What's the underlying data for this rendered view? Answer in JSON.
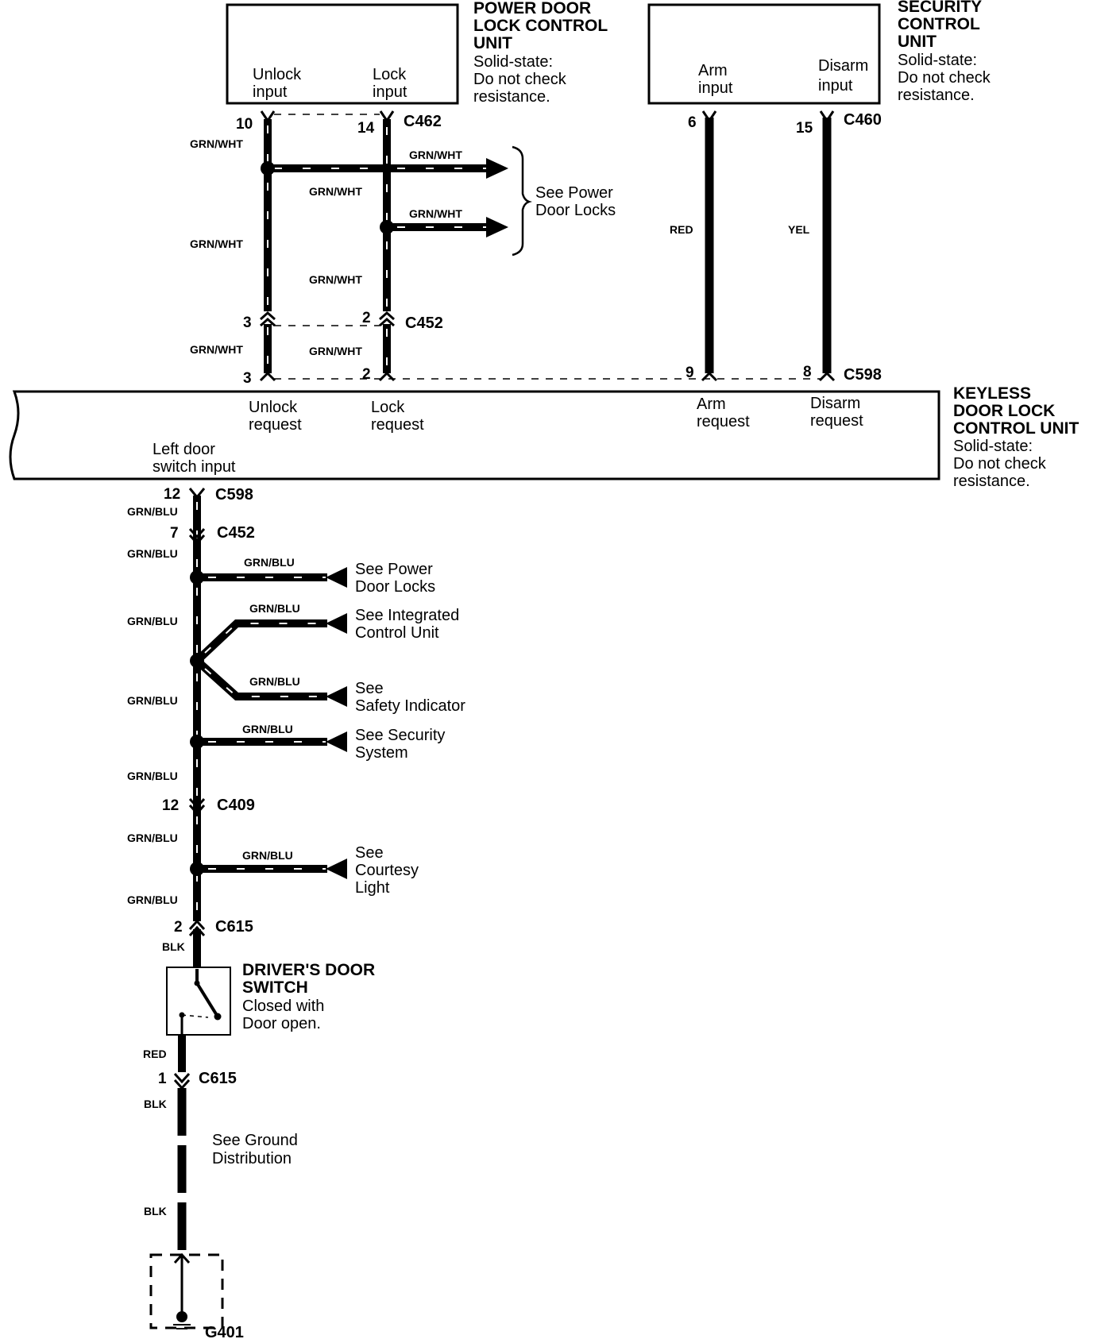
{
  "pdlcu": {
    "title": [
      "POWER DOOR",
      "LOCK CONTROL",
      "UNIT"
    ],
    "note": [
      "Solid-state:",
      "Do not check",
      "resistance."
    ],
    "unlock_input": [
      "Unlock",
      "input"
    ],
    "lock_input": [
      "Lock",
      "input"
    ]
  },
  "scu": {
    "title": [
      "SECURITY",
      "CONTROL",
      "UNIT"
    ],
    "note": [
      "Solid-state:",
      "Do not check",
      "resistance."
    ],
    "arm_input": [
      "Arm",
      "input"
    ],
    "disarm_input": [
      "Disarm",
      "input"
    ]
  },
  "kdlcu": {
    "title": [
      "KEYLESS",
      "DOOR LOCK",
      "CONTROL UNIT"
    ],
    "note": [
      "Solid-state:",
      "Do not check",
      "resistance."
    ],
    "unlock_request": [
      "Unlock",
      "request"
    ],
    "lock_request": [
      "Lock",
      "request"
    ],
    "arm_request": [
      "Arm",
      "request"
    ],
    "disarm_request": [
      "Disarm",
      "request"
    ],
    "left_door_switch": [
      "Left door",
      "switch input"
    ]
  },
  "connectors": {
    "c462": "C462",
    "c460": "C460",
    "c452": "C452",
    "c598": "C598",
    "c409": "C409",
    "c615": "C615",
    "g401": "G401"
  },
  "pins": {
    "p10": "10",
    "p14": "14",
    "p6": "6",
    "p15": "15",
    "p3": "3",
    "p2": "2",
    "p9": "9",
    "p8": "8",
    "p12": "12",
    "p7": "7",
    "p1": "1"
  },
  "wire_colors": {
    "grn_wht": "GRN/WHT",
    "grn_blu": "GRN/BLU",
    "red": "RED",
    "yel": "YEL",
    "blk": "BLK"
  },
  "references": {
    "power_door_locks": [
      "See  Power",
      "Door Locks"
    ],
    "integrated_control": [
      "See  Integrated",
      "Control Unit"
    ],
    "safety_indicator": [
      "See",
      "Safety Indicator"
    ],
    "security_system": [
      "See Security",
      "System"
    ],
    "courtesy_light": [
      "See",
      "Courtesy",
      "Light"
    ],
    "ground_distribution": [
      "See Ground",
      "Distribution"
    ]
  },
  "drivers_door_switch": {
    "title": [
      "DRIVER'S DOOR",
      "SWITCH"
    ],
    "note": [
      "Closed with",
      "Door open."
    ]
  }
}
